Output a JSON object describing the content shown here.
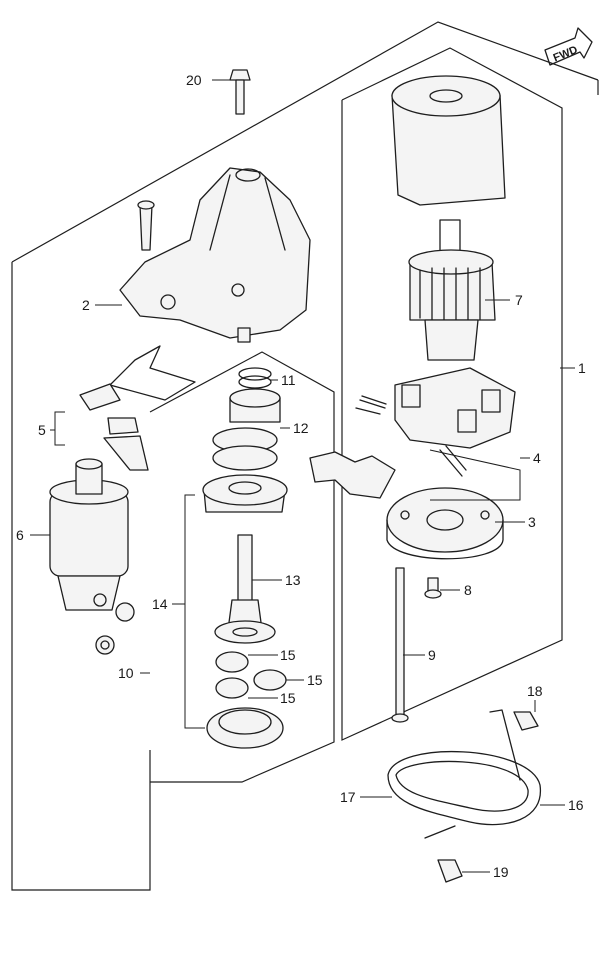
{
  "fwd_badge": {
    "text": "FWD"
  },
  "callouts": [
    {
      "id": "1",
      "label": "1"
    },
    {
      "id": "2",
      "label": "2"
    },
    {
      "id": "3",
      "label": "3"
    },
    {
      "id": "4",
      "label": "4"
    },
    {
      "id": "5",
      "label": "5"
    },
    {
      "id": "6",
      "label": "6"
    },
    {
      "id": "7",
      "label": "7"
    },
    {
      "id": "8",
      "label": "8"
    },
    {
      "id": "9",
      "label": "9"
    },
    {
      "id": "10",
      "label": "10"
    },
    {
      "id": "11",
      "label": "11"
    },
    {
      "id": "12",
      "label": "12"
    },
    {
      "id": "13",
      "label": "13"
    },
    {
      "id": "14",
      "label": "14"
    },
    {
      "id": "15a",
      "label": "15"
    },
    {
      "id": "15b",
      "label": "15"
    },
    {
      "id": "15c",
      "label": "15"
    },
    {
      "id": "16",
      "label": "16"
    },
    {
      "id": "17",
      "label": "17"
    },
    {
      "id": "18",
      "label": "18"
    },
    {
      "id": "19",
      "label": "19"
    },
    {
      "id": "20",
      "label": "20"
    }
  ]
}
